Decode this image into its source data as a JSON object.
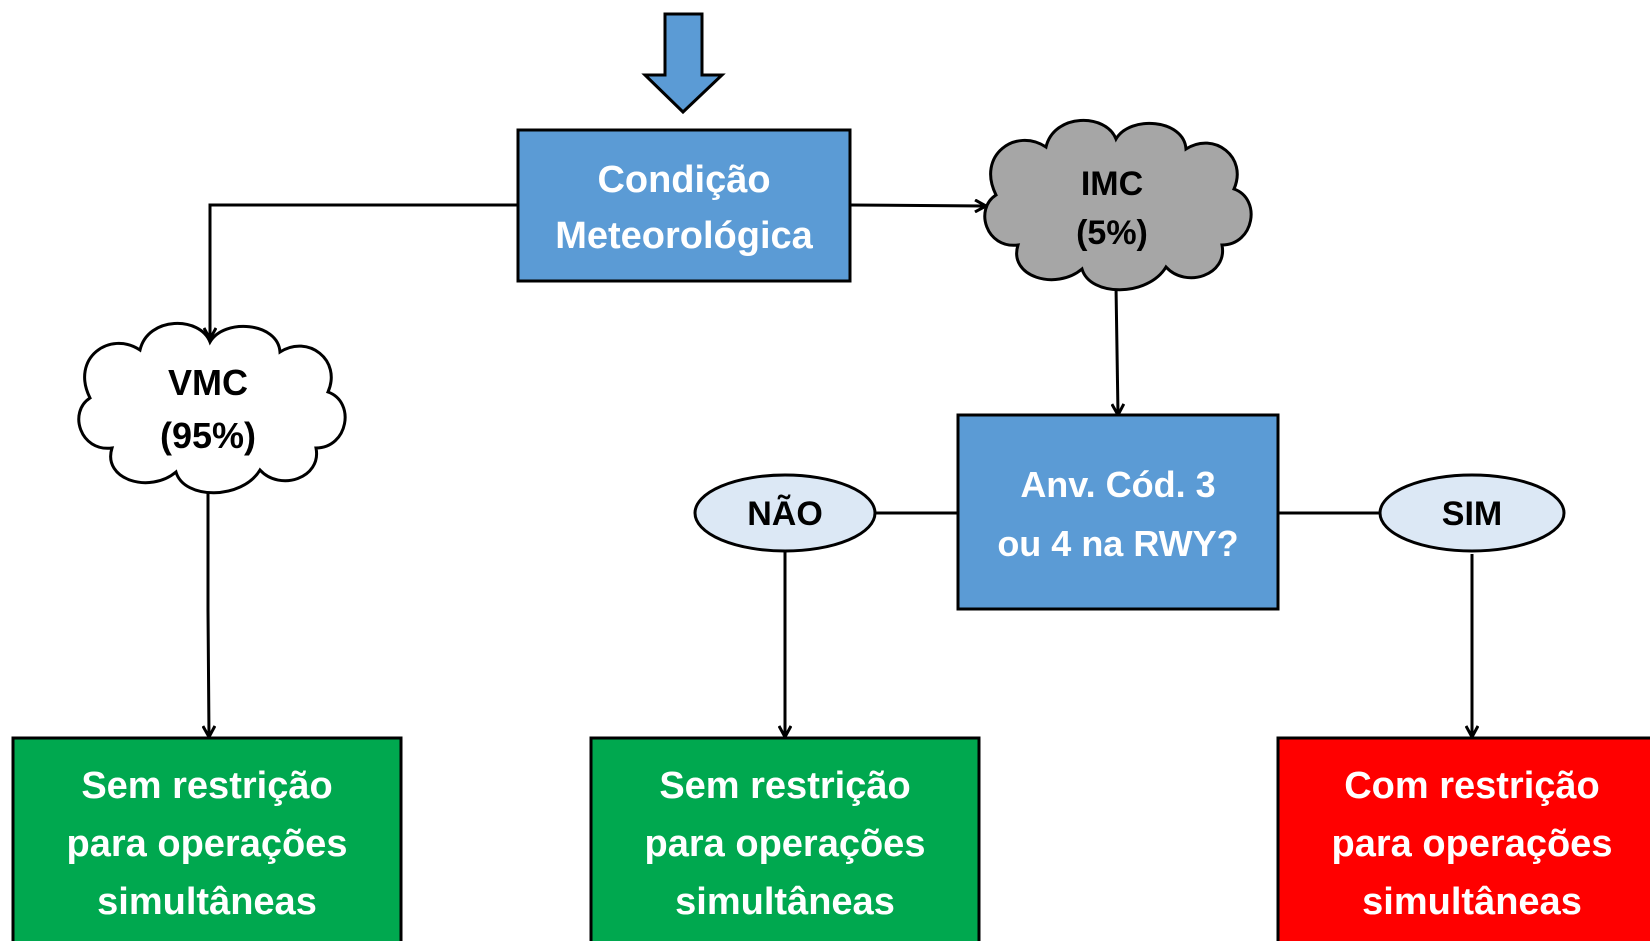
{
  "diagram": {
    "colors": {
      "blue": "#5b9bd5",
      "gray": "#a6a6a6",
      "green": "#00a84f",
      "red": "#ff0000",
      "ellipse_fill": "#dce8f5",
      "line": "#000000"
    },
    "main_box": {
      "line1": "Condição",
      "line2": "Meteorológica"
    },
    "vmc": {
      "line1": "VMC",
      "line2": "(95%)"
    },
    "imc": {
      "line1": "IMC",
      "line2": "(5%)"
    },
    "decision": {
      "line1": "Anv. Cód. 3",
      "line2": "ou 4 na RWY?"
    },
    "no_label": "NÃO",
    "yes_label": "SIM",
    "outcome_left": {
      "line1": "Sem restrição",
      "line2": "para operações",
      "line3": "simultâneas"
    },
    "outcome_middle": {
      "line1": "Sem restrição",
      "line2": "para operações",
      "line3": "simultâneas"
    },
    "outcome_right": {
      "line1": "Com restrição",
      "line2": "para operações",
      "line3": "simultâneas"
    }
  }
}
